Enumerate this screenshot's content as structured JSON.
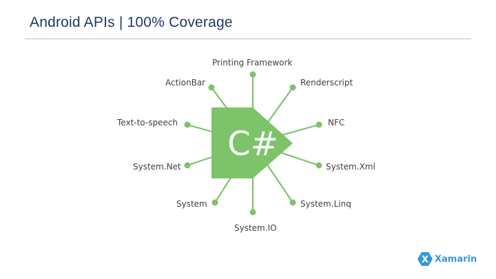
{
  "slide": {
    "title": "Android APIs | 100% Coverage"
  },
  "diagram": {
    "center_label": "C#",
    "center_color": "#7cc36a",
    "spoke_color": "#7cc36a",
    "nodes": [
      {
        "label": "Printing Framework"
      },
      {
        "label": "ActionBar"
      },
      {
        "label": "Renderscript"
      },
      {
        "label": "Text-to-speech"
      },
      {
        "label": "NFC"
      },
      {
        "label": "System.Net"
      },
      {
        "label": "System.Xml"
      },
      {
        "label": "System"
      },
      {
        "label": "System.Linq"
      },
      {
        "label": "System.IO"
      }
    ]
  },
  "brand": {
    "logo_text": "Xamarin",
    "logo_icon": "xamarin-logo-icon",
    "logo_color": "#3498db"
  }
}
